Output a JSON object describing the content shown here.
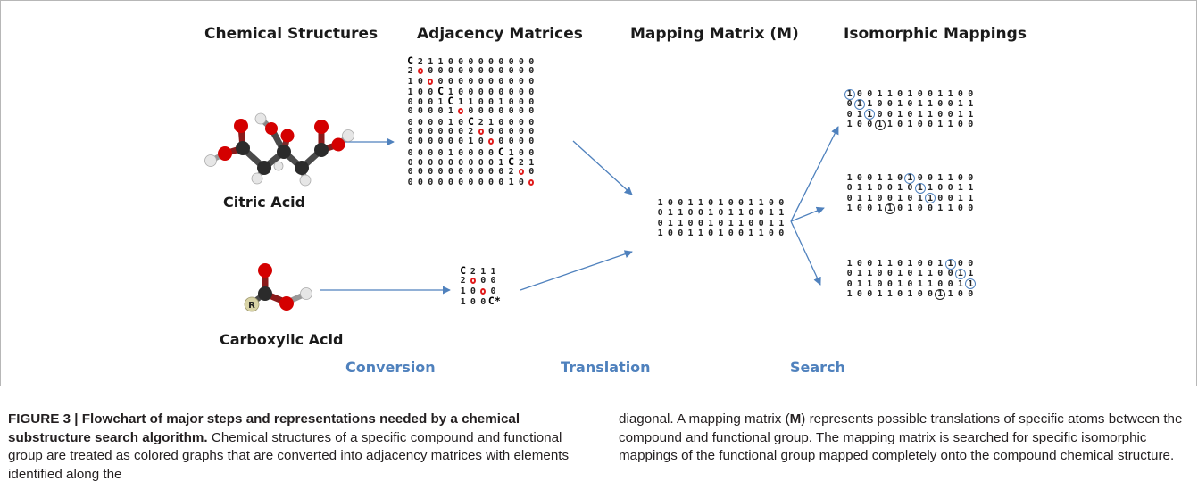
{
  "figure": {
    "column_titles": [
      "Chemical Structures",
      "Adjacency Matrices",
      "Mapping Matrix (M)",
      "Isomorphic Mappings"
    ],
    "step_labels": [
      "Conversion",
      "Translation",
      "Search"
    ],
    "molecules": {
      "citric": "Citric Acid",
      "carboxylic": "Carboxylic Acid",
      "r_label": "R"
    },
    "colors": {
      "arrow": "#4f81bd",
      "carbon": "#2b2b2b",
      "oxygen": "#d40000",
      "hydrogen": "#e6e6e6",
      "r_group": "#d8d3a6",
      "circle_blue": "#4f81bd",
      "circle_black": "#222222"
    },
    "citric_matrix": [
      [
        "C",
        "2",
        "1",
        "1",
        "0",
        "0",
        "0",
        "0",
        "0",
        "0",
        "0",
        "0",
        "0"
      ],
      [
        "2",
        "O",
        "0",
        "0",
        "0",
        "0",
        "0",
        "0",
        "0",
        "0",
        "0",
        "0",
        "0"
      ],
      [
        "1",
        "0",
        "O",
        "0",
        "0",
        "0",
        "0",
        "0",
        "0",
        "0",
        "0",
        "0",
        "0"
      ],
      [
        "1",
        "0",
        "0",
        "C",
        "1",
        "0",
        "0",
        "0",
        "0",
        "0",
        "0",
        "0",
        "0"
      ],
      [
        "0",
        "0",
        "0",
        "1",
        "C",
        "1",
        "1",
        "0",
        "0",
        "1",
        "0",
        "0",
        "0"
      ],
      [
        "0",
        "0",
        "0",
        "0",
        "1",
        "O",
        "0",
        "0",
        "0",
        "0",
        "0",
        "0",
        "0"
      ],
      [
        "0",
        "0",
        "0",
        "0",
        "1",
        "0",
        "C",
        "2",
        "1",
        "0",
        "0",
        "0",
        "0"
      ],
      [
        "0",
        "0",
        "0",
        "0",
        "0",
        "0",
        "2",
        "O",
        "0",
        "0",
        "0",
        "0",
        "0"
      ],
      [
        "0",
        "0",
        "0",
        "0",
        "0",
        "0",
        "1",
        "0",
        "O",
        "0",
        "0",
        "0",
        "0"
      ],
      [
        "0",
        "0",
        "0",
        "0",
        "1",
        "0",
        "0",
        "0",
        "0",
        "C",
        "1",
        "0",
        "0"
      ],
      [
        "0",
        "0",
        "0",
        "0",
        "0",
        "0",
        "0",
        "0",
        "0",
        "1",
        "C",
        "2",
        "1"
      ],
      [
        "0",
        "0",
        "0",
        "0",
        "0",
        "0",
        "0",
        "0",
        "0",
        "0",
        "2",
        "O",
        "0"
      ],
      [
        "0",
        "0",
        "0",
        "0",
        "0",
        "0",
        "0",
        "0",
        "0",
        "0",
        "1",
        "0",
        "O"
      ]
    ],
    "carboxylic_matrix": [
      [
        "C",
        "2",
        "1",
        "1"
      ],
      [
        "2",
        "O",
        "0",
        "0"
      ],
      [
        "1",
        "0",
        "O",
        "0"
      ],
      [
        "1",
        "0",
        "0",
        "C*"
      ]
    ],
    "mapping_matrix": [
      [
        "1",
        "0",
        "0",
        "1",
        "1",
        "0",
        "1",
        "0",
        "0",
        "1",
        "1",
        "0",
        "0"
      ],
      [
        "0",
        "1",
        "1",
        "0",
        "0",
        "1",
        "0",
        "1",
        "1",
        "0",
        "0",
        "1",
        "1"
      ],
      [
        "0",
        "1",
        "1",
        "0",
        "0",
        "1",
        "0",
        "1",
        "1",
        "0",
        "0",
        "1",
        "1"
      ],
      [
        "1",
        "0",
        "0",
        "1",
        "1",
        "0",
        "1",
        "0",
        "0",
        "1",
        "1",
        "0",
        "0"
      ]
    ],
    "iso_mappings": [
      {
        "rows": [
          [
            "1",
            "0",
            "0",
            "1",
            "1",
            "0",
            "1",
            "0",
            "0",
            "1",
            "1",
            "0",
            "0"
          ],
          [
            "0",
            "1",
            "1",
            "0",
            "0",
            "1",
            "0",
            "1",
            "1",
            "0",
            "0",
            "1",
            "1"
          ],
          [
            "0",
            "1",
            "1",
            "0",
            "0",
            "1",
            "0",
            "1",
            "1",
            "0",
            "0",
            "1",
            "1"
          ],
          [
            "1",
            "0",
            "0",
            "1",
            "1",
            "0",
            "1",
            "0",
            "0",
            "1",
            "1",
            "0",
            "0"
          ]
        ],
        "circles": [
          [
            0,
            0,
            "blue"
          ],
          [
            1,
            1,
            "blue"
          ],
          [
            2,
            2,
            "blue"
          ],
          [
            3,
            3,
            "black"
          ]
        ]
      },
      {
        "rows": [
          [
            "1",
            "0",
            "0",
            "1",
            "1",
            "0",
            "1",
            "0",
            "0",
            "1",
            "1",
            "0",
            "0"
          ],
          [
            "0",
            "1",
            "1",
            "0",
            "0",
            "1",
            "0",
            "1",
            "1",
            "0",
            "0",
            "1",
            "1"
          ],
          [
            "0",
            "1",
            "1",
            "0",
            "0",
            "1",
            "0",
            "1",
            "1",
            "0",
            "0",
            "1",
            "1"
          ],
          [
            "1",
            "0",
            "0",
            "1",
            "1",
            "0",
            "1",
            "0",
            "0",
            "1",
            "1",
            "0",
            "0"
          ]
        ],
        "circles": [
          [
            0,
            6,
            "blue"
          ],
          [
            1,
            7,
            "blue"
          ],
          [
            2,
            8,
            "blue"
          ],
          [
            3,
            4,
            "black"
          ]
        ]
      },
      {
        "rows": [
          [
            "1",
            "0",
            "0",
            "1",
            "1",
            "0",
            "1",
            "0",
            "0",
            "1",
            "1",
            "0",
            "0"
          ],
          [
            "0",
            "1",
            "1",
            "0",
            "0",
            "1",
            "0",
            "1",
            "1",
            "0",
            "0",
            "1",
            "1"
          ],
          [
            "0",
            "1",
            "1",
            "0",
            "0",
            "1",
            "0",
            "1",
            "1",
            "0",
            "0",
            "1",
            "1"
          ],
          [
            "1",
            "0",
            "0",
            "1",
            "1",
            "0",
            "1",
            "0",
            "0",
            "1",
            "1",
            "0",
            "0"
          ]
        ],
        "circles": [
          [
            0,
            10,
            "blue"
          ],
          [
            1,
            11,
            "blue"
          ],
          [
            2,
            12,
            "blue"
          ],
          [
            3,
            9,
            "black"
          ]
        ]
      }
    ]
  },
  "caption": {
    "label": "FIGURE 3 | Flowchart of major steps and representations needed by a chemical substructure search algorithm.",
    "text_left": " Chemical structures of a specific compound and functional group are treated as colored graphs that are converted into adjacency matrices with elements identified along the",
    "text_right_1": "diagonal. A mapping matrix (",
    "text_right_bold": "M",
    "text_right_2": ") represents possible translations of specific atoms between the compound and functional group. The mapping matrix is searched for specific isomorphic mappings of the functional group mapped completely onto the compound chemical structure."
  }
}
